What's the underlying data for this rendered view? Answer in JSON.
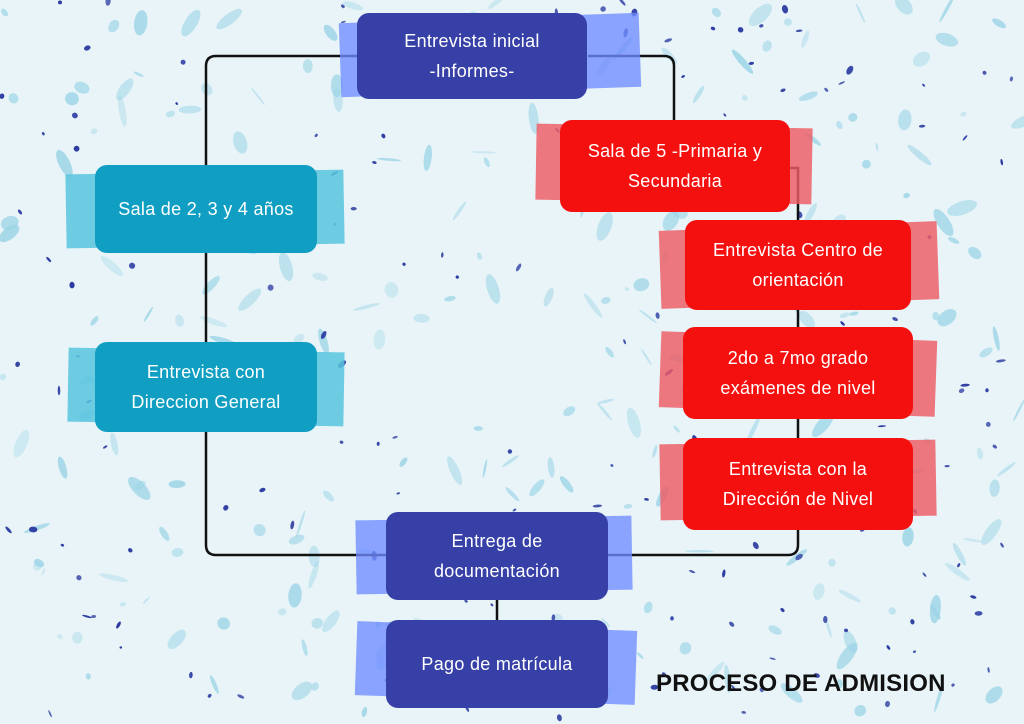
{
  "title": "PROCESO DE ADMISION",
  "colors": {
    "background": "#e8f4f8",
    "navy": "#3640a6",
    "cyan": "#109ec2",
    "red": "#f51010",
    "connector": "#111111"
  },
  "nodes": {
    "entrevista_inicial": "Entrevista inicial\n-Informes-",
    "sala_2_3_4": "Sala de 2, 3 y 4 años",
    "entrevista_direccion_general": "Entrevista con\nDireccion General",
    "sala_5_primaria": "Sala de 5 -Primaria y\nSecundaria",
    "entrevista_centro_orientacion": "Entrevista Centro de\norientación",
    "examenes_nivel": "2do a 7mo grado\nexámenes de nivel",
    "entrevista_direccion_nivel": "Entrevista con la\nDirección de Nivel",
    "entrega_documentacion": "Entrega de\ndocumentación",
    "pago_matricula": "Pago de matrícula"
  }
}
